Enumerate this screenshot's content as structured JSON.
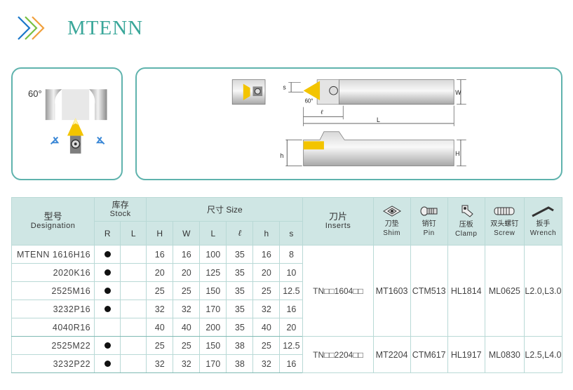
{
  "header": {
    "title": "MTENN",
    "logo_icon": "triple-chevron-icon",
    "colors": {
      "accent": "#3aa79a",
      "chevron_blue": "#1a77c9",
      "chevron_green": "#78c043",
      "chevron_orange": "#f0a03c"
    }
  },
  "diagram_left": {
    "angle": "60°"
  },
  "diagram_right": {
    "labels": {
      "s": "s",
      "angle": "60°",
      "ell": "ℓ",
      "L": "L",
      "W": "W",
      "h": "h",
      "H": "H"
    }
  },
  "table": {
    "designation": {
      "cn": "型号",
      "en": "Designation"
    },
    "stock": {
      "cn": "库存",
      "en": "Stock",
      "R": "R",
      "L": "L"
    },
    "size": {
      "cn": "尺寸",
      "en": "Size",
      "cols": [
        "H",
        "W",
        "L",
        "ℓ",
        "h",
        "s"
      ]
    },
    "inserts": {
      "cn": "刀片",
      "en": "Inserts"
    },
    "shim": {
      "cn": "刀垫",
      "en": "Shim",
      "icon": "shim-icon"
    },
    "pin": {
      "cn": "销钉",
      "en": "Pin",
      "icon": "pin-icon"
    },
    "clamp": {
      "cn": "压板",
      "en": "Clamp",
      "icon": "clamp-icon"
    },
    "screw": {
      "cn": "双头螺钉",
      "en": "Screw",
      "icon": "screw-icon"
    },
    "wrench": {
      "cn": "扳手",
      "en": "Wrench",
      "icon": "wrench-icon"
    },
    "rows": [
      {
        "designation": "MTENN 1616H16",
        "stock_R": true,
        "stock_L": false,
        "H": "16",
        "W": "16",
        "L": "100",
        "ell": "35",
        "h": "16",
        "s": "8"
      },
      {
        "designation": "2020K16",
        "stock_R": true,
        "stock_L": false,
        "H": "20",
        "W": "20",
        "L": "125",
        "ell": "35",
        "h": "20",
        "s": "10"
      },
      {
        "designation": "2525M16",
        "stock_R": true,
        "stock_L": false,
        "H": "25",
        "W": "25",
        "L": "150",
        "ell": "35",
        "h": "25",
        "s": "12.5"
      },
      {
        "designation": "3232P16",
        "stock_R": true,
        "stock_L": false,
        "H": "32",
        "W": "32",
        "L": "170",
        "ell": "35",
        "h": "32",
        "s": "16"
      },
      {
        "designation": "4040R16",
        "stock_R": false,
        "stock_L": false,
        "H": "40",
        "W": "40",
        "L": "200",
        "ell": "35",
        "h": "40",
        "s": "20"
      },
      {
        "designation": "2525M22",
        "stock_R": true,
        "stock_L": false,
        "H": "25",
        "W": "25",
        "L": "150",
        "ell": "38",
        "h": "25",
        "s": "12.5"
      },
      {
        "designation": "3232P22",
        "stock_R": true,
        "stock_L": false,
        "H": "32",
        "W": "32",
        "L": "170",
        "ell": "38",
        "h": "32",
        "s": "16"
      }
    ],
    "groups": [
      {
        "inserts": "TN□□1604□□",
        "shim": "MT1603",
        "pin": "CTM513",
        "clamp": "HL1814",
        "screw": "ML0625",
        "wrench": "L2.0,L3.0"
      },
      {
        "inserts": "TN□□2204□□",
        "shim": "MT2204",
        "pin": "CTM617",
        "clamp": "HL1917",
        "screw": "ML0830",
        "wrench": "L2.5,L4.0"
      }
    ]
  }
}
